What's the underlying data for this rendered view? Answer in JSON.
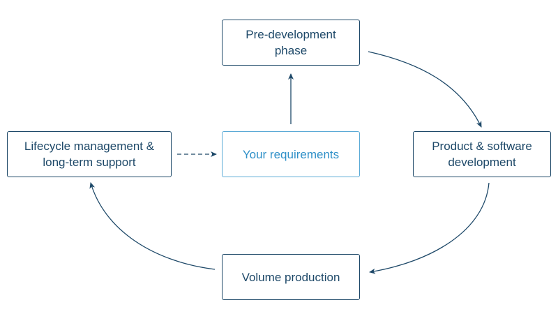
{
  "diagram": {
    "colors": {
      "primary": "#1d4868",
      "highlight_border": "#5aaad6",
      "highlight_text": "#2f90c8",
      "background": "#ffffff"
    },
    "nodes": {
      "predev": {
        "line1": "Pre-development",
        "line2": "phase"
      },
      "product": {
        "line1": "Product & software",
        "line2": "development"
      },
      "volume": {
        "line1": "Volume production"
      },
      "lifecycle": {
        "line1": "Lifecycle management &",
        "line2": "long-term support"
      },
      "requirements": {
        "line1": "Your requirements"
      }
    },
    "edges": [
      {
        "from": "requirements",
        "to": "predev",
        "style": "solid"
      },
      {
        "from": "predev",
        "to": "product",
        "style": "solid-curved"
      },
      {
        "from": "product",
        "to": "volume",
        "style": "solid-curved"
      },
      {
        "from": "volume",
        "to": "lifecycle",
        "style": "solid-curved"
      },
      {
        "from": "lifecycle",
        "to": "requirements",
        "style": "dashed"
      }
    ]
  }
}
